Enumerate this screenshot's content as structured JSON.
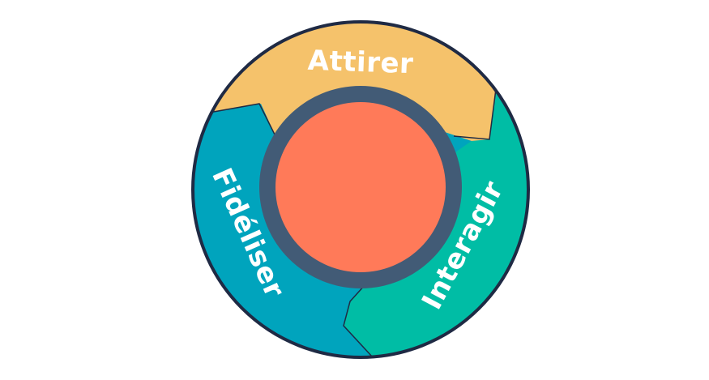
{
  "diagram": {
    "segments": [
      {
        "id": "attract",
        "label": "Attirer",
        "color": "#F5C26B"
      },
      {
        "id": "engage",
        "label": "Interagir",
        "color": "#00BDA5"
      },
      {
        "id": "delight",
        "label": "Fidéliser",
        "color": "#00A4BD"
      }
    ],
    "hub_ring_color": "#425B76",
    "hub_color": "#FF7A59",
    "outline_color": "#1F2A44"
  }
}
